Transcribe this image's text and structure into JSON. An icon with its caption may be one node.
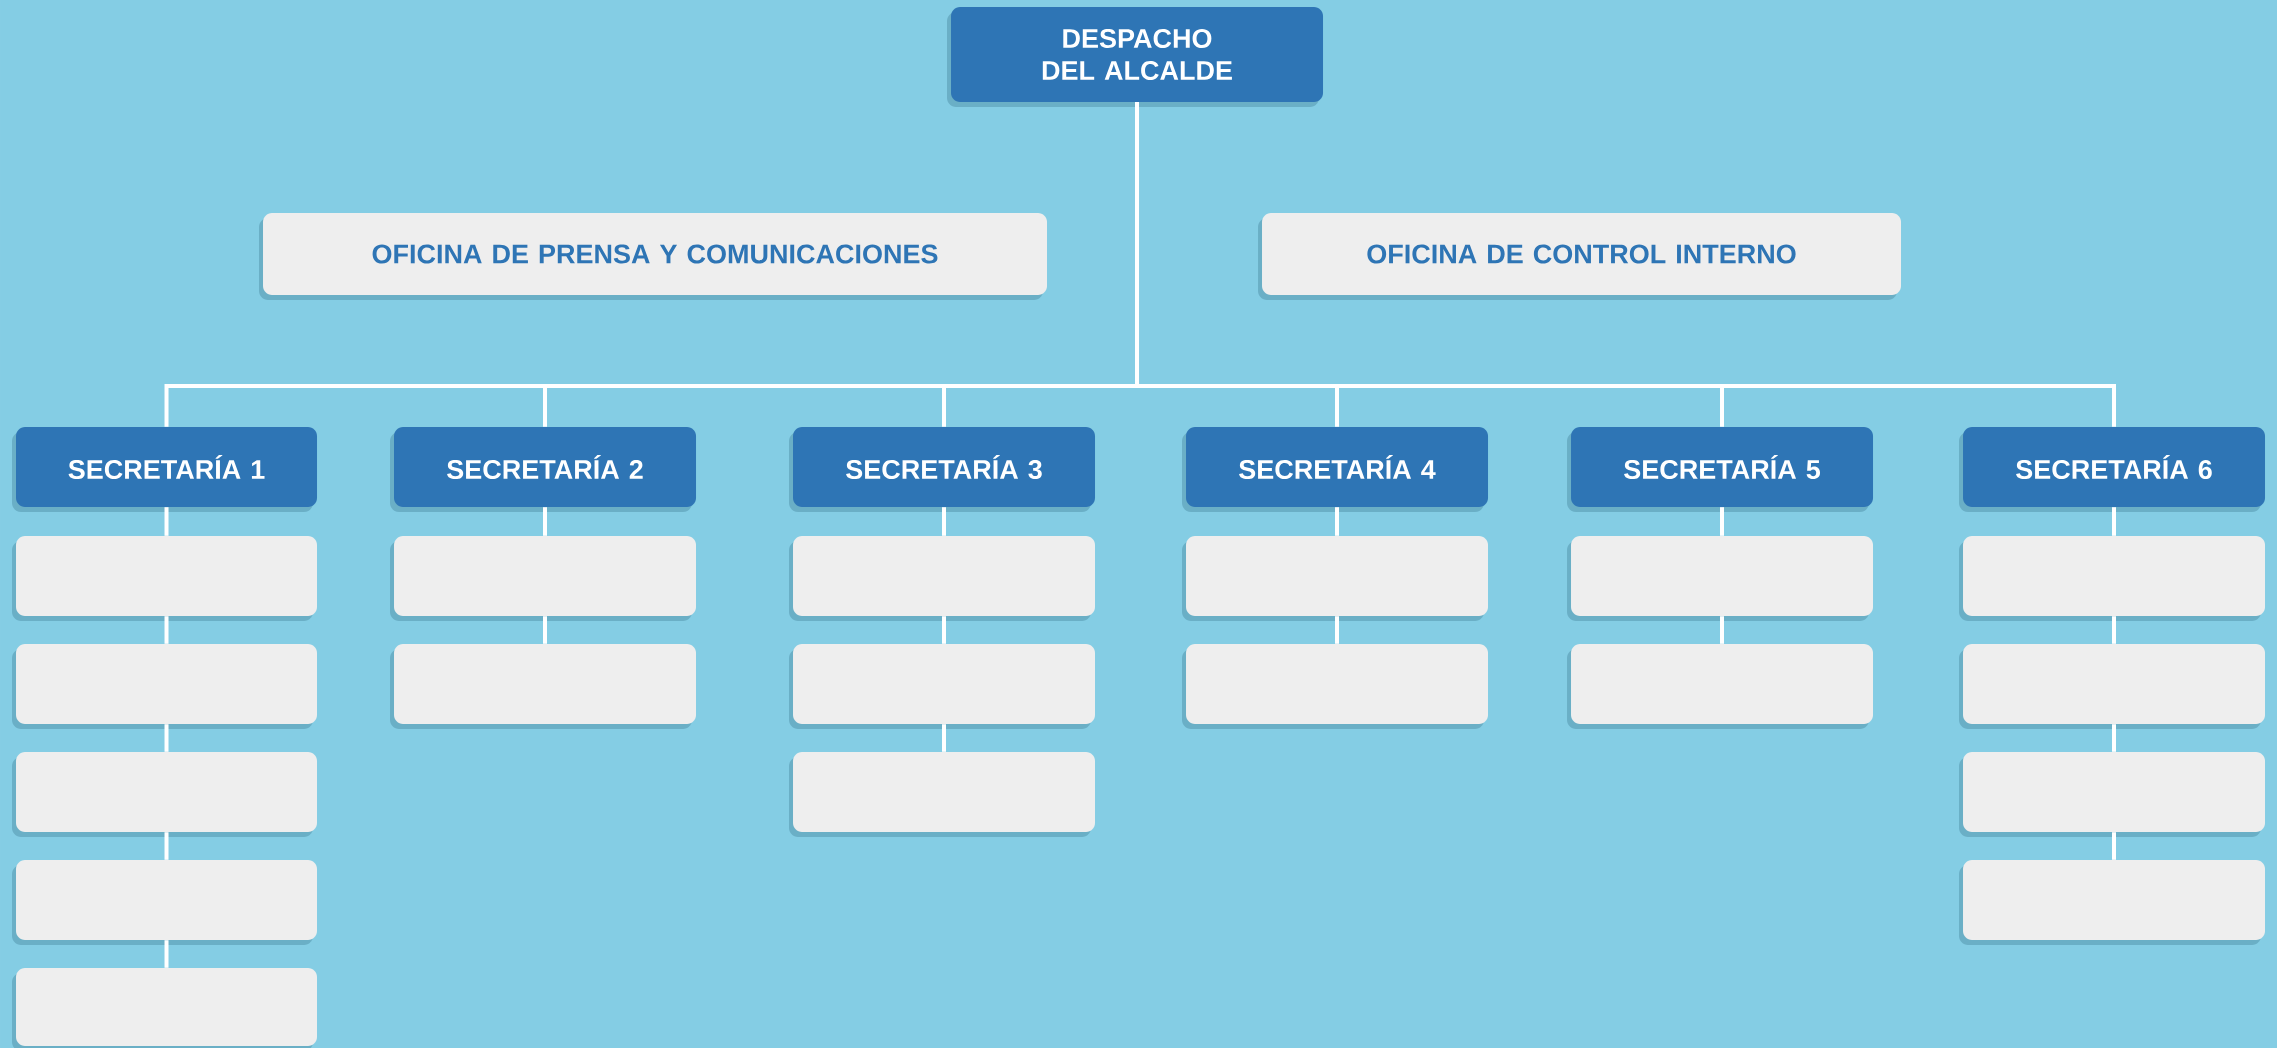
{
  "diagram": {
    "nodes": [
      {
        "text": [
          "DESPACHO DEL ALCALDE"
        ]
      },
      {
        "text": [
          "OFICINA DE PRENSA Y COMUNICACIONES"
        ]
      },
      {
        "text": [
          "OFICINA DE CONTROL INTERNO"
        ]
      },
      {
        "text": [
          "SECRETARÍA 1"
        ]
      },
      {
        "text": [
          "SECRETARÍA 2"
        ]
      },
      {
        "text": [
          "SECRETARÍA 3"
        ]
      },
      {
        "text": [
          "SECRETARÍA 4"
        ]
      },
      {
        "text": [
          "SECRETARÍA 5"
        ]
      },
      {
        "text": [
          "SECRETARÍA 6"
        ]
      },
      {
        "text": [],
        "shape": "box"
      },
      {
        "text": [],
        "shape": "box"
      },
      {
        "text": [],
        "shape": "box"
      },
      {
        "text": [],
        "shape": "box"
      },
      {
        "text": [],
        "shape": "box"
      },
      {
        "text": [],
        "shape": "box"
      },
      {
        "text": [],
        "shape": "box"
      },
      {
        "text": [],
        "shape": "box"
      },
      {
        "text": [],
        "shape": "box"
      },
      {
        "text": [],
        "shape": "box"
      },
      {
        "text": [],
        "shape": "box"
      },
      {
        "text": [],
        "shape": "box"
      },
      {
        "text": [],
        "shape": "box"
      },
      {
        "text": [],
        "shape": "box"
      },
      {
        "text": [],
        "shape": "box"
      },
      {
        "text": [],
        "shape": "box"
      },
      {
        "text": [],
        "shape": "box"
      },
      {
        "text": [],
        "shape": "box"
      }
    ],
    "edges": [
      {
        "from": 0,
        "to": 3,
        "arrow": "none"
      },
      {
        "from": 0,
        "to": 4,
        "arrow": "none"
      },
      {
        "from": 0,
        "to": 5,
        "arrow": "none"
      },
      {
        "from": 0,
        "to": 6,
        "arrow": "none"
      },
      {
        "from": 0,
        "to": 7,
        "arrow": "none"
      },
      {
        "from": 0,
        "to": 8,
        "arrow": "none"
      },
      {
        "from": 3,
        "to": 9,
        "arrow": "none"
      },
      {
        "from": 9,
        "to": 10,
        "arrow": "none"
      },
      {
        "from": 10,
        "to": 11,
        "arrow": "none"
      },
      {
        "from": 11,
        "to": 12,
        "arrow": "none"
      },
      {
        "from": 12,
        "to": 13,
        "arrow": "none"
      },
      {
        "from": 4,
        "to": 14,
        "arrow": "none"
      },
      {
        "from": 14,
        "to": 15,
        "arrow": "none"
      },
      {
        "from": 5,
        "to": 16,
        "arrow": "none"
      },
      {
        "from": 16,
        "to": 17,
        "arrow": "none"
      },
      {
        "from": 17,
        "to": 18,
        "arrow": "none"
      },
      {
        "from": 6,
        "to": 19,
        "arrow": "none"
      },
      {
        "from": 19,
        "to": 20,
        "arrow": "none"
      },
      {
        "from": 7,
        "to": 21,
        "arrow": "none"
      },
      {
        "from": 21,
        "to": 22,
        "arrow": "none"
      },
      {
        "from": 8,
        "to": 23,
        "arrow": "none"
      },
      {
        "from": 23,
        "to": 24,
        "arrow": "none"
      },
      {
        "from": 24,
        "to": 25,
        "arrow": "none"
      },
      {
        "from": 25,
        "to": 26,
        "arrow": "none"
      }
    ]
  }
}
